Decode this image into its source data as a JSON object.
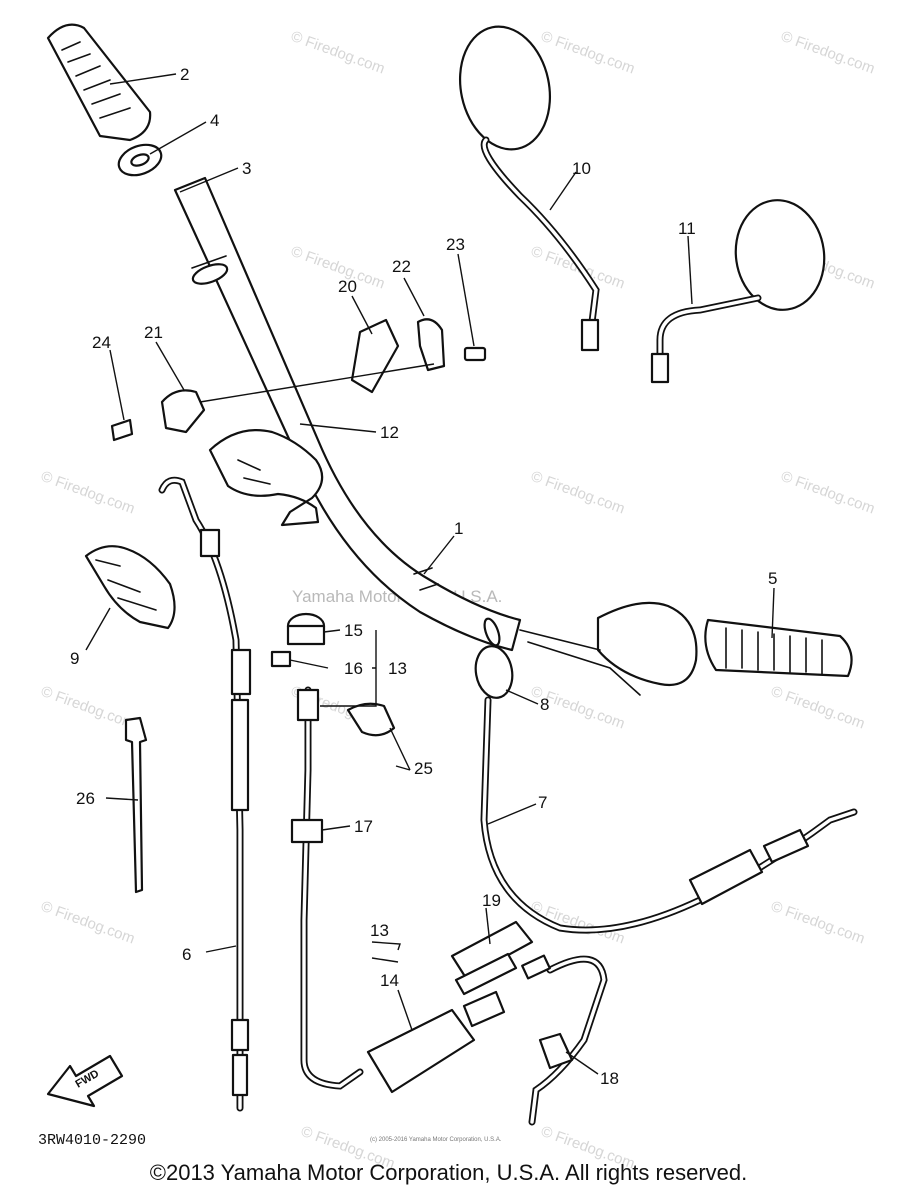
{
  "watermark": "© Firedog.com",
  "center_watermark": "Yamaha Motor Corp, U.S.A.",
  "diagram_code": "3RW4010-2290",
  "fwd_label": "FWD",
  "fine_print": "(c) 2005-2016 Yamaha Motor Corporation, U.S.A.",
  "copyright": "©2013 Yamaha Motor Corporation, U.S.A. All rights reserved.",
  "callouts": {
    "c1": "1",
    "c2": "2",
    "c3": "3",
    "c4": "4",
    "c5": "5",
    "c6": "6",
    "c7": "7",
    "c8": "8",
    "c9": "9",
    "c10": "10",
    "c11": "11",
    "c12": "12",
    "c13a": "13",
    "c13b": "13",
    "c14": "14",
    "c15": "15",
    "c16": "16",
    "c17": "17",
    "c18": "18",
    "c19": "19",
    "c20": "20",
    "c21": "21",
    "c22": "22",
    "c23": "23",
    "c24": "24",
    "c25": "25",
    "c26": "26"
  },
  "colors": {
    "ink": "#111111",
    "watermark": "#d6d6d6"
  }
}
